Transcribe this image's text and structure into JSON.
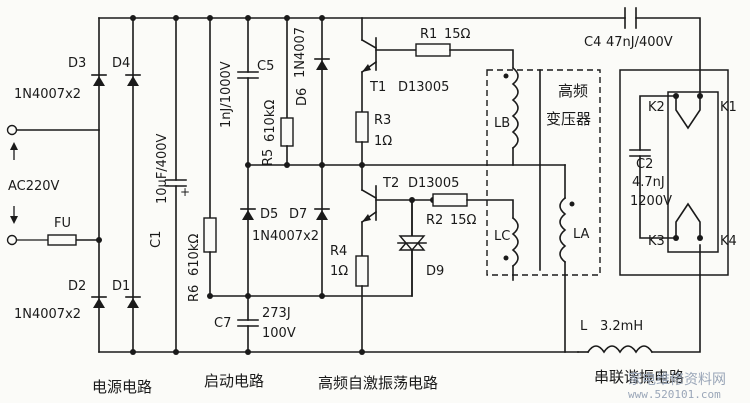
{
  "components": {
    "d3": "D3",
    "d4": "D4",
    "d1": "D1",
    "d2": "D2",
    "d3d4_type": "1N4007x2",
    "d1d2_type": "1N4007x2",
    "ac": "AC220V",
    "fu": "FU",
    "c1": "C1",
    "c1_val": "10μF/400V",
    "c5_val": "1nJ/1000V",
    "c5": "C5",
    "r5": "R5",
    "r5_val": "610kΩ",
    "d6": "D6",
    "d6_type": "1N4007",
    "d5": "D5",
    "d7": "D7",
    "d5d7_type": "1N4007x2",
    "r6": "R6",
    "r6_val": "610kΩ",
    "c7": "C7",
    "c7_val1": "273J",
    "c7_val2": "100V",
    "r1": "R1",
    "r1_val": "15Ω",
    "t1": "T1",
    "t1_type": "D13005",
    "r3": "R3",
    "r3_val": "1Ω",
    "t2": "T2",
    "t2_type": "D13005",
    "r2": "R2",
    "r2_val": "15Ω",
    "r4": "R4",
    "r4_val": "1Ω",
    "d9": "D9",
    "lb": "LB",
    "lc": "LC",
    "la": "LA",
    "xfmr_1": "高频",
    "xfmr_2": "变压器",
    "c4": "C4",
    "c4_val": "47nJ/400V",
    "c2": "C2",
    "c2_val1": "4.7nJ",
    "c2_val2": "1200V",
    "k1": "K1",
    "k2": "K2",
    "k3": "K3",
    "k4": "K4",
    "l": "L",
    "l_val": "3.2mH"
  },
  "sections": {
    "power": "电源电路",
    "startup": "启动电路",
    "oscillator": "高频自激振荡电路",
    "resonant": "串联谐振电路"
  },
  "watermark": {
    "text": "家电维修资料网",
    "url": "www.520101.com"
  }
}
